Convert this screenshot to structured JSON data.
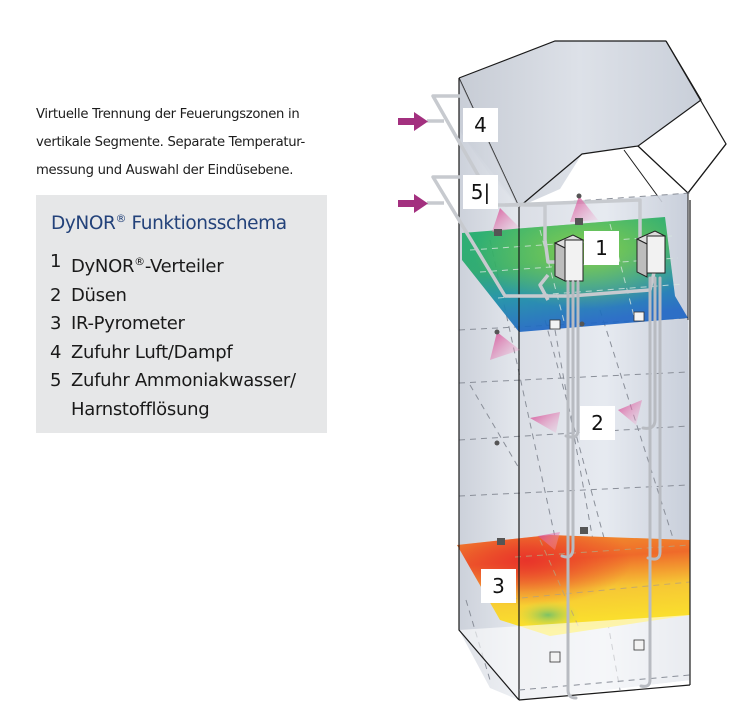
{
  "intro": {
    "lines": [
      "Virtuelle Trennung der Feuerungszonen in",
      "vertikale Segmente. Separate Temperatur-",
      "messung und Auswahl der Eindüsebene."
    ]
  },
  "legend": {
    "title_prefix": "DyNOR",
    "title_mark": "®",
    "title_suffix": " Funktionsschema",
    "items": [
      {
        "num": "1",
        "label_prefix": "DyNOR",
        "label_mark": "®",
        "label_suffix": "-Verteiler"
      },
      {
        "num": "2",
        "label": "Düsen"
      },
      {
        "num": "3",
        "label": "IR-Pyrometer"
      },
      {
        "num": "4",
        "label": "Zufuhr Luft/Dampf"
      },
      {
        "num": "5",
        "label": "Zufuhr Ammoniakwasser/",
        "continuation": "Harnstofflösung"
      }
    ]
  },
  "diagram": {
    "callouts": {
      "c1": "1",
      "c2": "2",
      "c3": "3",
      "c4": "4",
      "c5": "5|"
    },
    "colors": {
      "title_blue": "#23427a",
      "arrow_magenta": "#a3307f",
      "spray_pink": "#e0509a",
      "legend_bg": "#e6e7e8"
    }
  }
}
